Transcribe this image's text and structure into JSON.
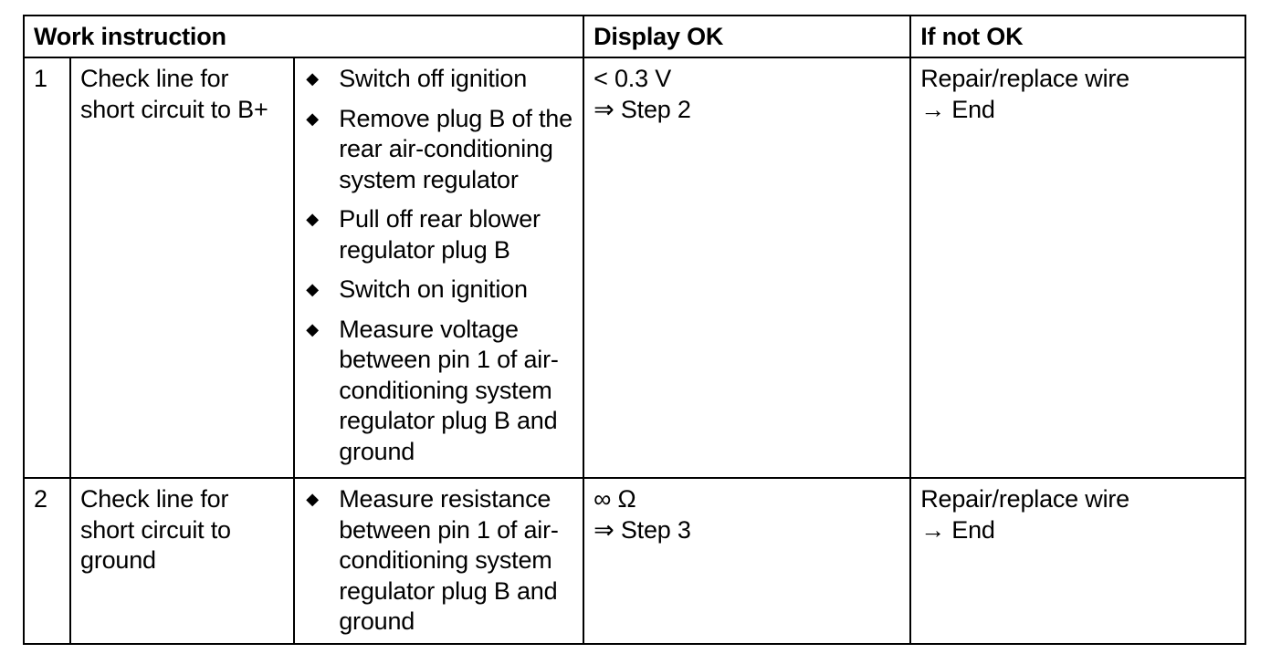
{
  "header": {
    "work_instruction": "Work instruction",
    "display_ok": "Display OK",
    "if_not_ok": "If not OK"
  },
  "bullet_icon": "diamond-bullet-icon",
  "rows": [
    {
      "number": "1",
      "task": "Check line for short circuit to B+",
      "steps": [
        "Switch off ignition",
        "Remove plug B of the rear air-conditioning system regulator",
        "Pull off rear blower regulator plug B",
        "Switch on ignition",
        "Measure voltage between pin 1 of air-conditioning system regulator plug B and ground"
      ],
      "display_ok": [
        "< 0.3 V",
        "⇒ Step 2"
      ],
      "if_not_ok": [
        "Repair/replace wire",
        "→ End"
      ]
    },
    {
      "number": "2",
      "task": "Check line for short circuit to ground",
      "steps": [
        "Measure resistance between pin 1 of air-conditioning system regulator plug B and ground"
      ],
      "display_ok": [
        "∞ Ω",
        "⇒ Step 3"
      ],
      "if_not_ok": [
        "Repair/replace wire",
        "→ End"
      ]
    }
  ]
}
